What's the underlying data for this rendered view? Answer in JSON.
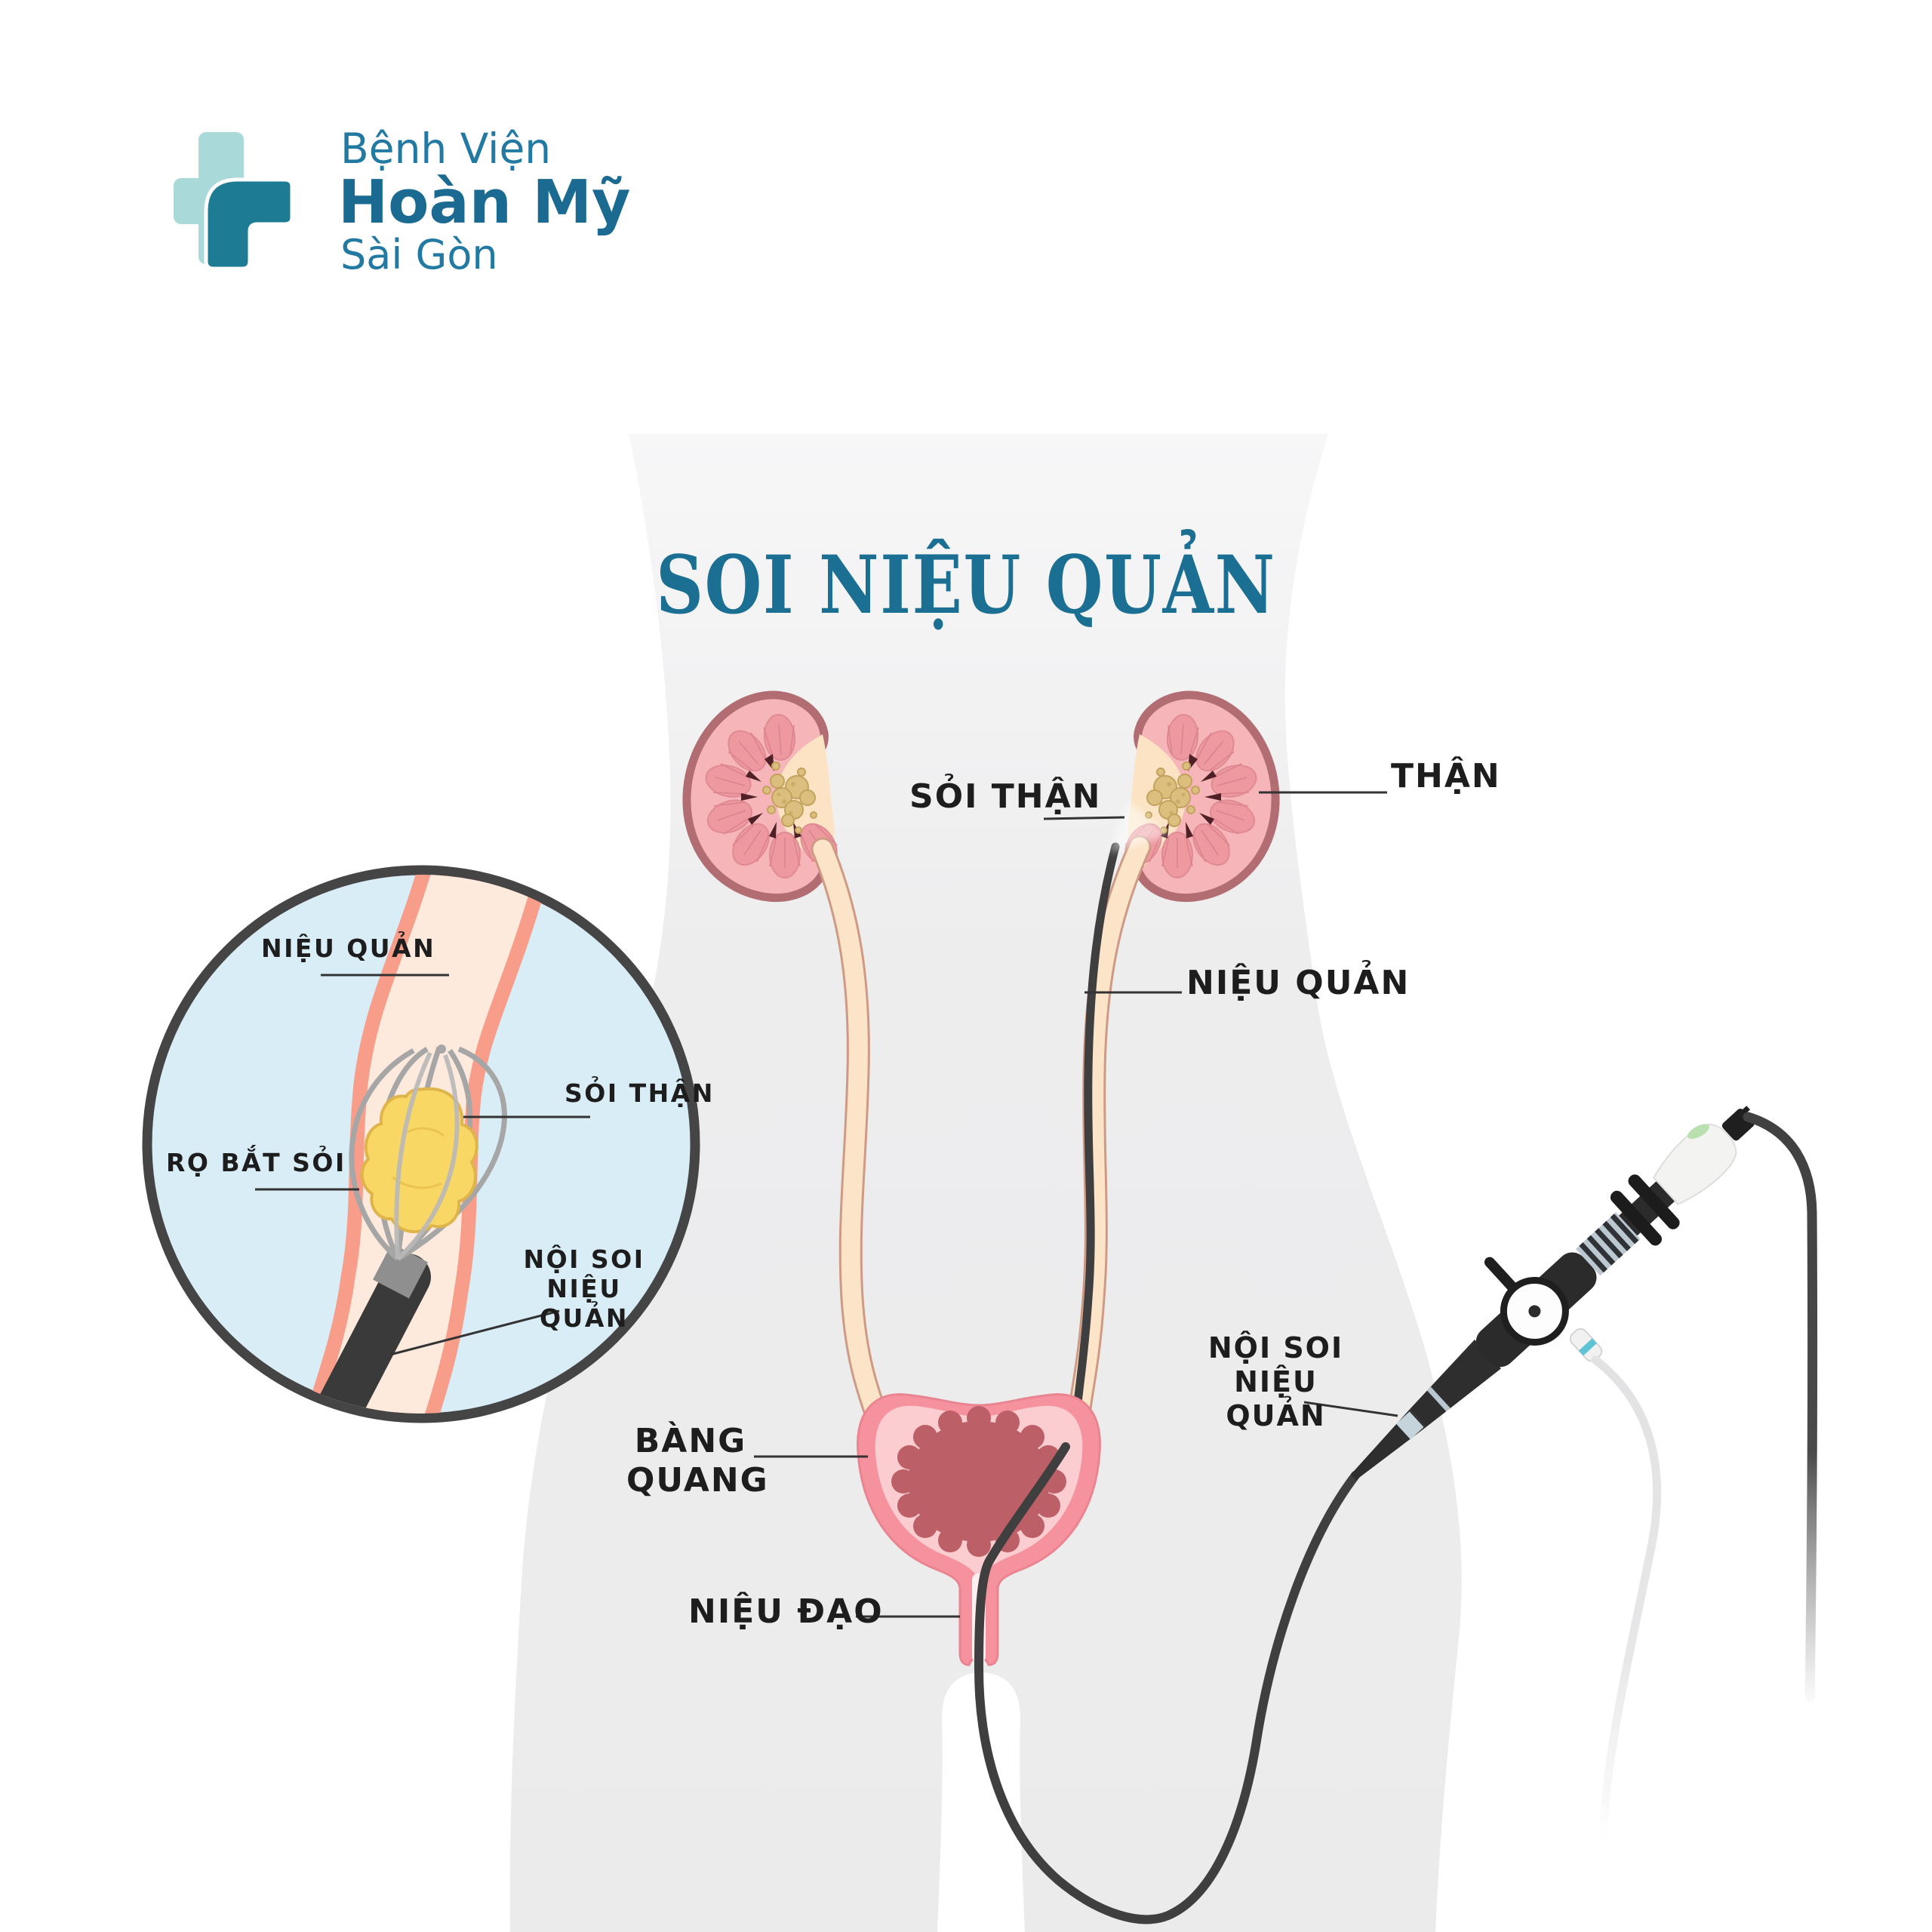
{
  "logo": {
    "line1": "Bệnh Viện",
    "line2": "Hoàn Mỹ",
    "line3": "Sài Gòn"
  },
  "title": "SOI NIỆU QUẢN",
  "labels": {
    "than": "THẬN",
    "soi_than": "SỎI THẬN",
    "nieu_quan": "NIỆU QUẢN",
    "bang_quang": "BÀNG QUANG",
    "nieu_dao": "NIỆU ĐẠO",
    "noi_soi_nieu_quan": "NỘI SOI NIỆU QUẢN"
  },
  "inset_labels": {
    "nieu_quan": "NIỆU QUẢN",
    "soi_than": "SỎI THẬN",
    "ro_bat_soi": "RỌ BẮT SỎI",
    "noi_soi_nieu_quan": "NỘI SOI NIỆU QUẢN"
  },
  "colors": {
    "accent_teal": "#1b6f93",
    "logo_light_teal": "#a9d9d8",
    "logo_dark_teal": "#1e7b94",
    "label_black": "#1d1d1d",
    "silhouette_gray": "#ededee",
    "kidney_pink": "#f6b5b9",
    "kidney_border": "#b26d72",
    "stone_tan": "#dcbf7e",
    "stone_yellow": "#f8d765",
    "ureter_cream": "#fce4c9",
    "bladder_pink": "#f6929d",
    "bladder_interior": "#bd5f66",
    "inset_blue": "#d9edf6",
    "scope_black": "#3f3f3f"
  }
}
